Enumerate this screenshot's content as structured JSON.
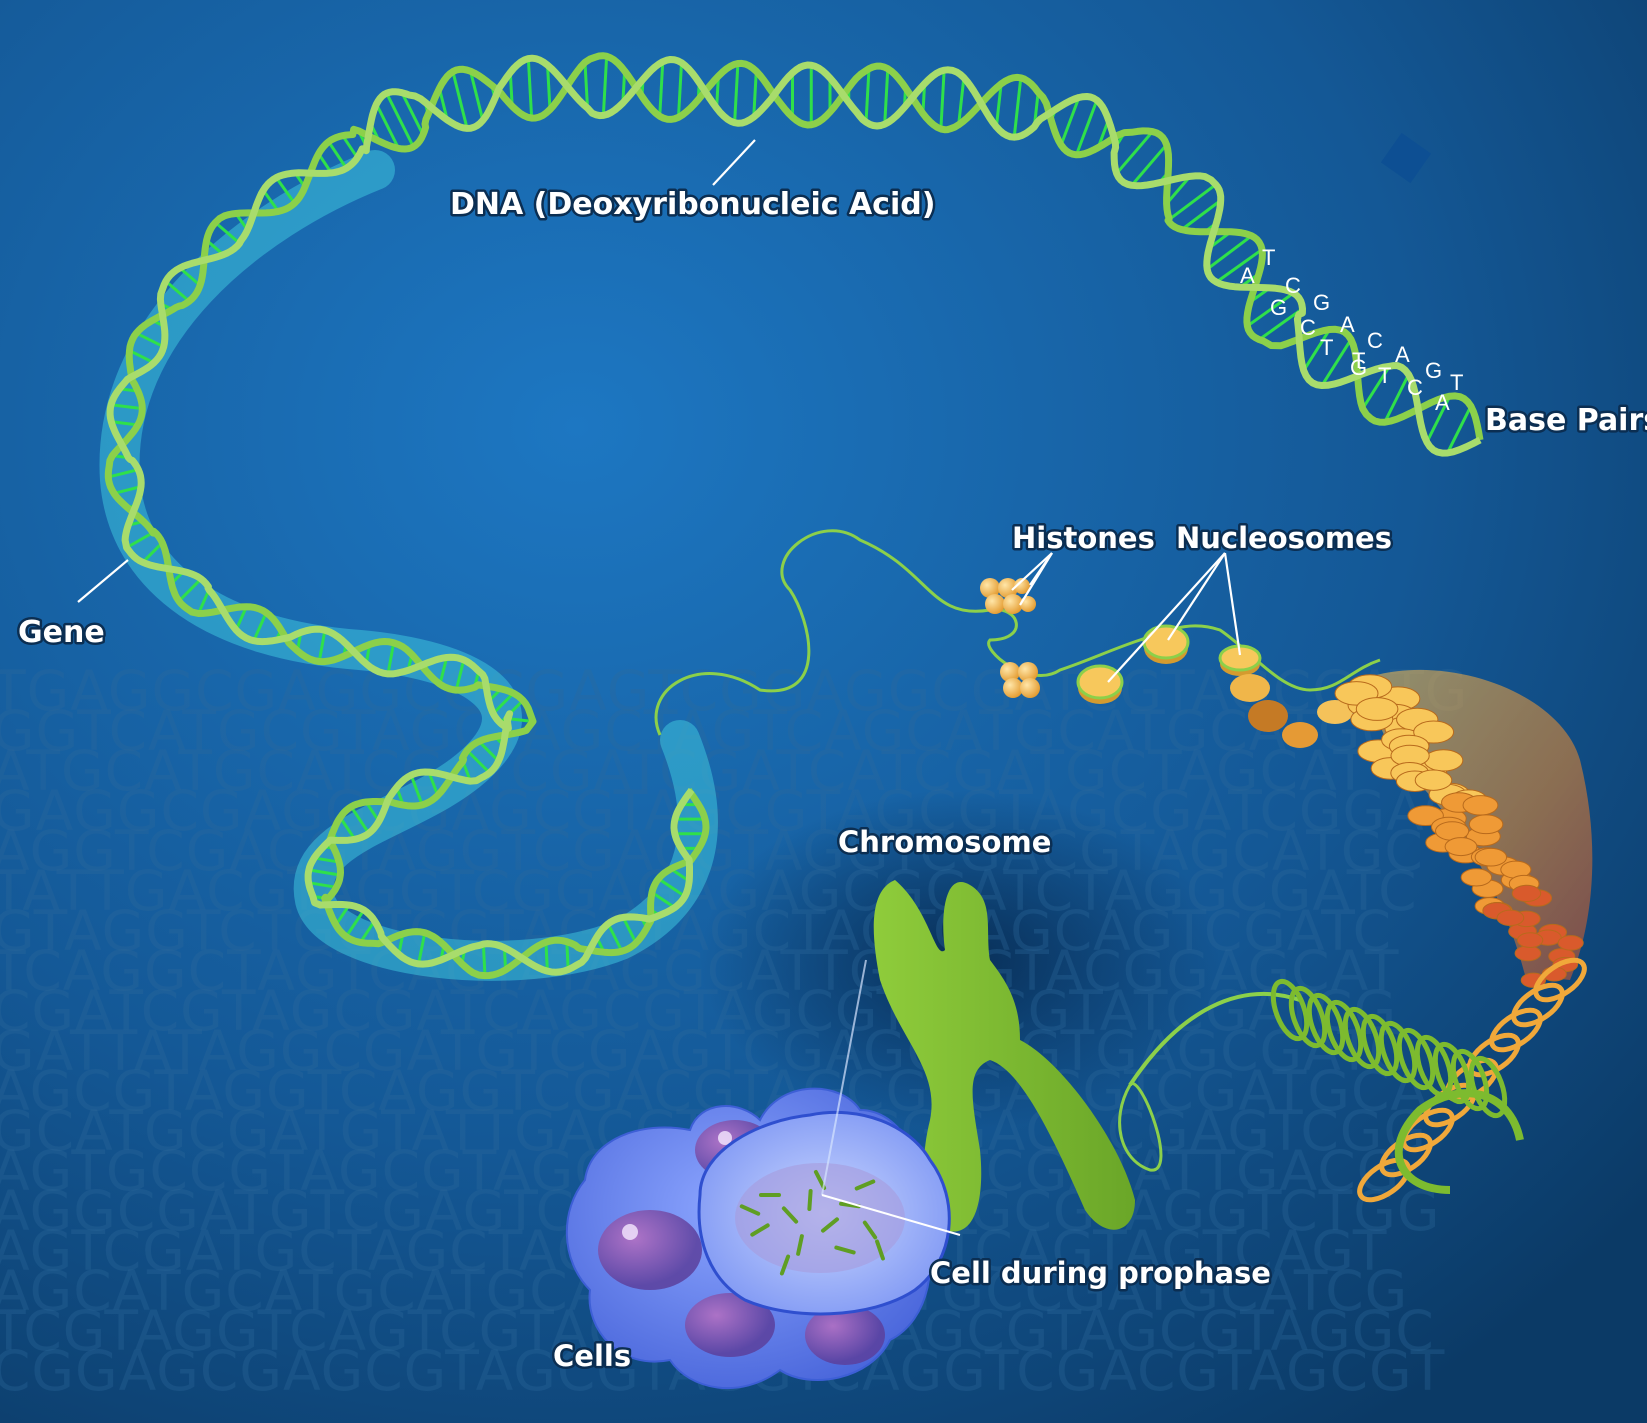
{
  "labels": {
    "dna": "DNA (Deoxyribonucleic Acid)",
    "base_pairs": "Base Pairs",
    "gene": "Gene",
    "histones": "Histones",
    "nucleosomes": "Nucleosomes",
    "chromosome": "Chromosome",
    "cell_prophase": "Cell during prophase",
    "cells": "Cells"
  },
  "base_letters": [
    {
      "ch": "T"
    },
    {
      "ch": "A"
    },
    {
      "ch": "C"
    },
    {
      "ch": "G"
    },
    {
      "ch": "G"
    },
    {
      "ch": "A"
    },
    {
      "ch": "C"
    },
    {
      "ch": "C"
    },
    {
      "ch": "T"
    },
    {
      "ch": "A"
    },
    {
      "ch": "G"
    },
    {
      "ch": "T"
    },
    {
      "ch": "G"
    },
    {
      "ch": "C"
    },
    {
      "ch": "T"
    },
    {
      "ch": "A"
    },
    {
      "ch": "T"
    }
  ],
  "background_sequence": [
    "TGAGGCGAGGCGCGAGTCGGAGGCGATCGTAGCGATG",
    "GGTCATGCGTAGCTAGCTAGTCAGCATGCATGCATGC",
    "ATGCATGCATCGATCGATCGATCATCGATGCTAGCAT",
    "GAGGCGAGGCGAGCGTAGCGTAGCGTAGCGATCGGAG",
    "AGGTCGACGTAGGTCGACGTAGGTCGACGTAGCATGC",
    "TATTGACGTAGGTCGGAGAGAGCGGATCTAGGCGATC",
    "GTAGGTCTGGTCGTAGCTAGCTAGTCAGCAGTCGATC",
    "TCAGGCTAGTCAGTATAGGCATTGAGGTACGGAGCAT",
    "CGATCGTAGCGATCAGCGTAGCGTAGCGTATCGATCG",
    "GATTATAGGCGATGTCGAGTCGAGGTCGTGAGCGATC",
    "AGCGTAGGTCAGGTCGACGTAGCGTGACGTCGATGCA",
    "GCATGCGATGTATTGACGTAGGTCGGAGACGAGTCGG",
    "AGTGCCGTAGCGTAGGTCTGGCGTATCGATATTGACG",
    "AGGCGATGTCGAGTCGAGGTCGTGAGCGTAGGTCTGG",
    "AGTCGATGCTAGCTAGTCAGCTAGGTCAGTAGTCAGT",
    "AGCATGCATGCATGCATGCATGCATGCCGATGCATCG",
    "TCGTAGGTCAGTCGTAGGCGGCGAGCGTAGCGTAGGC",
    "CGGAGCGAGCGTAGCGTAGGTCAGGTCGACGTAGCGT"
  ],
  "colors": {
    "background": "#1a6aaf",
    "background_dark": "#0d3f6d",
    "dna_strand": "#8cd04a",
    "dna_rung": "#2fe04a",
    "gene_band": "#3ec3dc",
    "histone": "#f5c25a",
    "chromosome": "#7dbb2f",
    "cell": "#5f7ff0",
    "label_text": "#ffffff"
  },
  "icons": {
    "dna": "double-helix",
    "histone": "orange-bead-cluster",
    "nucleosome": "orange-disc",
    "chromosome": "x-shaped-chromosome",
    "cell": "blue-cell"
  }
}
